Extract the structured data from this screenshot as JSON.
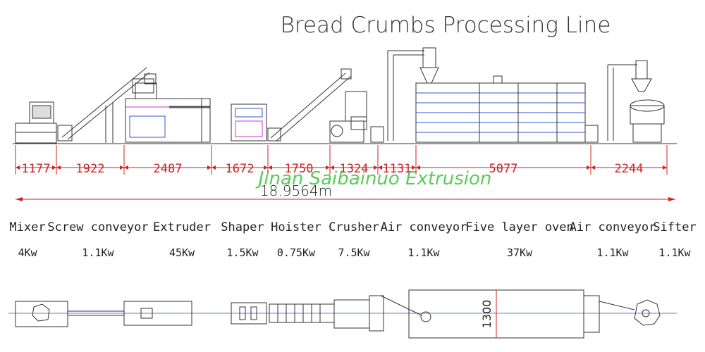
{
  "title": "Bread Crumbs Processing Line",
  "watermark": "Jinan Saibainuo Extrusion",
  "total_length": "18.9564m",
  "dimension_label": "1300",
  "segments": [
    {
      "length": "1177"
    },
    {
      "length": "1922"
    },
    {
      "length": "2487"
    },
    {
      "length": "1672"
    },
    {
      "length": "1750"
    },
    {
      "length": "1324"
    },
    {
      "length": "1131"
    },
    {
      "length": "5077"
    },
    {
      "length": "2244"
    }
  ],
  "machines": [
    {
      "name": "Mixer",
      "power": "4Kw"
    },
    {
      "name": "Screw conveyor",
      "power": "1.1Kw"
    },
    {
      "name": "Extruder",
      "power": "45Kw"
    },
    {
      "name": "Shaper",
      "power": "1.5Kw"
    },
    {
      "name": "Hoister",
      "power": "0.75Kw"
    },
    {
      "name": "Crusher",
      "power": "7.5Kw"
    },
    {
      "name": "Air conveyor",
      "power": "1.1Kw"
    },
    {
      "name": "Five layer oven",
      "power": "37Kw"
    },
    {
      "name": "Air conveyor",
      "power": "1.1Kw"
    },
    {
      "name": "Sifter",
      "power": "1.1Kw"
    }
  ],
  "colors": {
    "line": "#333333",
    "dimension": "#cc2222",
    "watermark": "#22bb22",
    "blue": "#3355cc",
    "magenta": "#cc33cc"
  }
}
